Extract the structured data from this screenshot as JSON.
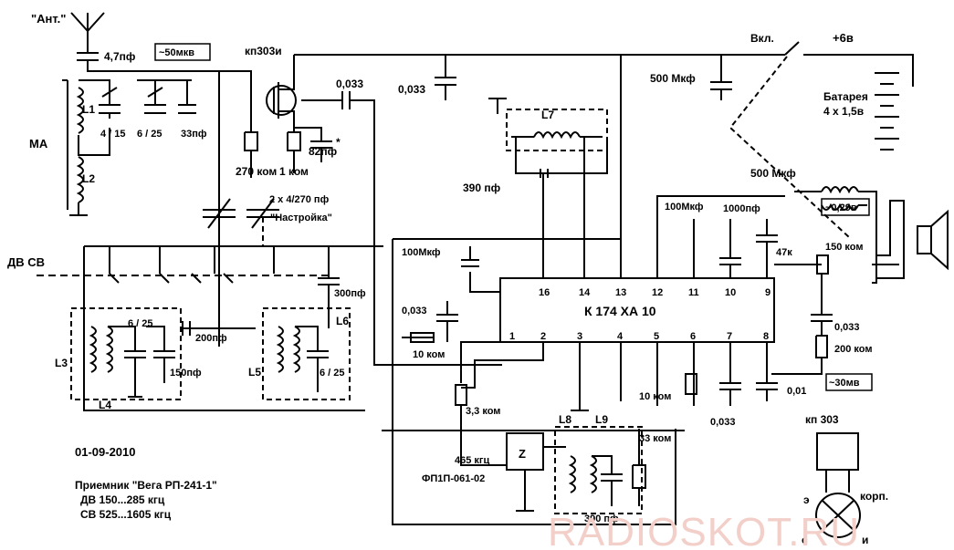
{
  "antenna_label": "\"Ант.\"",
  "ma_label": "МА",
  "band_switch_label": "ДВ  СВ",
  "power_switch_label": "Вкл.",
  "supply_label": "+6в",
  "battery": {
    "line1": "Батарея",
    "line2": "4 х 1,5в"
  },
  "chip": {
    "name": "К 174 ХА 10",
    "top_pins": [
      "16",
      "14",
      "13",
      "12",
      "11",
      "10",
      "9"
    ],
    "bottom_pins": [
      "1",
      "2",
      "3",
      "4",
      "5",
      "6",
      "7",
      "8"
    ]
  },
  "components": {
    "c_ant": "4,7пф",
    "level_50": "~50мкв",
    "fet": "кп303и",
    "c_0033_top": "0,033",
    "c_0033_left_top": "0,033",
    "c_500_top": "500 Мкф",
    "c_4_15": "4 / 15",
    "c_6_25_top": "6 / 25",
    "c_33": "33пф",
    "r_270k": "270 ком",
    "r_1k": "1 ком",
    "c_82": "82пф",
    "c_82_mark": "*",
    "tuning_cap": "2 х 4/270 пф",
    "tuning_name": "\"Настройка\"",
    "c_390_top": "390 пф",
    "c_500_mid": "500 Мкф",
    "level_029": "~0,29в",
    "c_100_top": "100Мкф",
    "c_1000": "1000пф",
    "r_47k": "47к",
    "r_150k": "150 ком",
    "c_100_left": "100Мкф",
    "c_300": "300пф",
    "c_200": "200пф",
    "c_150": "150пф",
    "c_6_25_l3": "6 / 25",
    "c_6_25_l6": "6 / 25",
    "c_0033_mid": "0,033",
    "r_10k_left": "10 ком",
    "r_33k": "3,3 ком",
    "r_10k_right": "10 ком",
    "c_0033_bottom": "0,033",
    "c_001": "0,01",
    "c_0033_right": "0,033",
    "r_200k": "200 ком",
    "level_30": "~30мв",
    "filter_freq": "465 кгц",
    "filter_name": "ФП1П-061-02",
    "filter_symbol": "Z",
    "r_33k_bottom": "33 ком",
    "c_390_bottom": "390 пф"
  },
  "coil_labels": {
    "l1": "L1",
    "l2": "L2",
    "l3": "L3",
    "l4": "L4",
    "l5": "L5",
    "l6": "L6",
    "l7": "L7",
    "l8": "L8",
    "l9": "L9"
  },
  "fet_pinout": {
    "title": "кп 303",
    "e": "э",
    "body": "корп.",
    "s": "с",
    "i": "и"
  },
  "date": "01-09-2010",
  "receiver": {
    "line1": "Приемник  \"Вега РП-241-1\"",
    "line2": "ДВ  150...285 кгц",
    "line3": "СВ  525...1605 кгц"
  },
  "watermark": "RADIOSKOT.RU"
}
